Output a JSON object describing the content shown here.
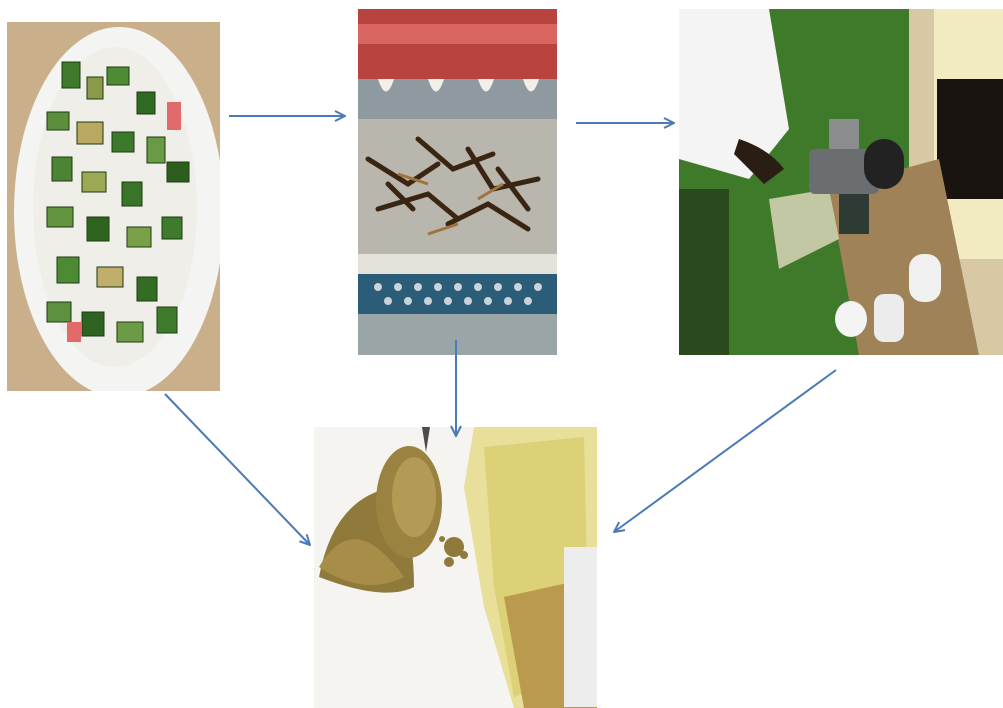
{
  "diagram": {
    "steps": [
      {
        "id": "fresh-pieces",
        "icon": "cut-aloe-pieces-photo"
      },
      {
        "id": "oven-drying",
        "icon": "oven-drying-photo"
      },
      {
        "id": "grinding",
        "icon": "grinding-mill-photo"
      },
      {
        "id": "powder",
        "icon": "powder-photo"
      }
    ],
    "flows": [
      {
        "from": "fresh-pieces",
        "to": "oven-drying"
      },
      {
        "from": "oven-drying",
        "to": "grinding"
      },
      {
        "from": "fresh-pieces",
        "to": "powder"
      },
      {
        "from": "oven-drying",
        "to": "powder"
      },
      {
        "from": "grinding",
        "to": "powder"
      }
    ],
    "arrow_color": "#4a7ab8"
  }
}
